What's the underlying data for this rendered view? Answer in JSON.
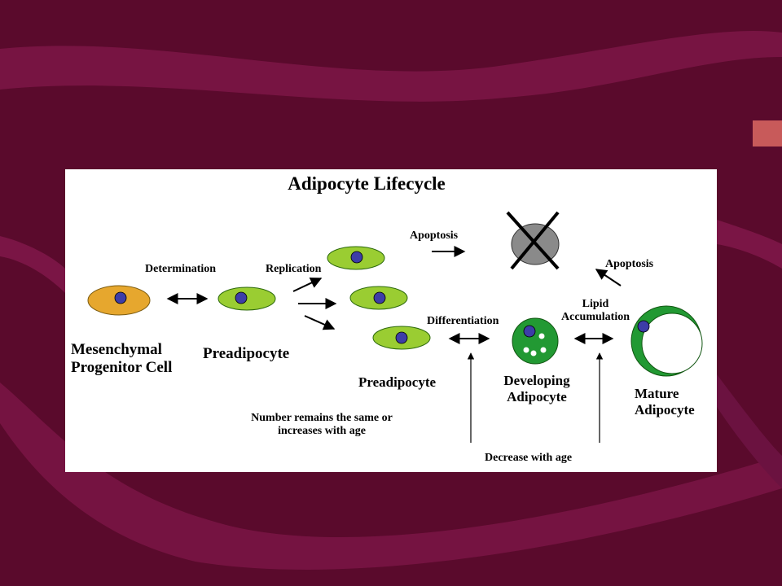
{
  "colors": {
    "background": "#5a0a2c",
    "swoosh": "#7a1545",
    "mesenchymal_cell": "#e6a72e",
    "preadipocyte": "#9acd32",
    "nucleus": "#3d3da8",
    "developing_adipocyte": "#229933",
    "mature_adipocyte": "#229933",
    "apoptotic_cell": "#8a8a8a"
  },
  "diagram": {
    "title": "Adipocyte Lifecycle",
    "labels": {
      "determination": "Determination",
      "replication": "Replication",
      "apoptosis_top": "Apoptosis",
      "apoptosis_right": "Apoptosis",
      "differentiation": "Differentiation",
      "lipid_accumulation": "Lipid\nAccumulation",
      "mesenchymal": "Mesenchymal\nProgenitor Cell",
      "preadipocyte_1": "Preadipocyte",
      "preadipocyte_2": "Preadipocyte",
      "developing": "Developing\nAdipocyte",
      "mature": "Mature\nAdipocyte",
      "number_note": "Number remains the same or\nincreases with age",
      "decrease_note": "Decrease with age"
    }
  }
}
